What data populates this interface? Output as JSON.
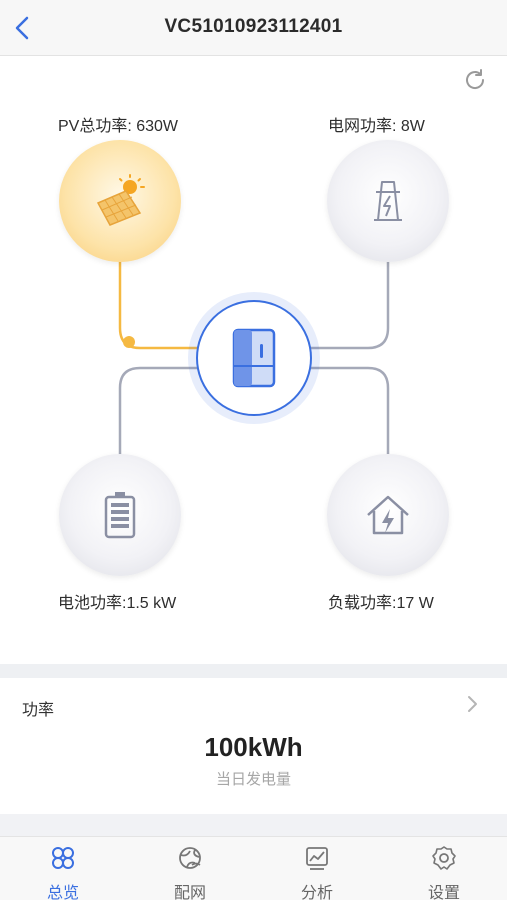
{
  "header": {
    "title": "VC51010923112401"
  },
  "flow": {
    "pv_label": "PV总功率: 630W",
    "grid_label": "电网功率: 8W",
    "battery_label": "电池功率:1.5 kW",
    "load_label": "负载功率:17 W"
  },
  "power_card": {
    "title": "功率",
    "value": "100kWh",
    "caption": "当日发电量"
  },
  "tabs": [
    {
      "label": "总览",
      "icon": "overview-icon",
      "active": true
    },
    {
      "label": "配网",
      "icon": "network-config-icon",
      "active": false
    },
    {
      "label": "分析",
      "icon": "analysis-icon",
      "active": false
    },
    {
      "label": "设置",
      "icon": "settings-icon",
      "active": false
    }
  ],
  "colors": {
    "accent": "#3a6fe0",
    "pv": "#f5b942",
    "line": "#a5a9b8",
    "icon_gray": "#8a8fa3"
  }
}
